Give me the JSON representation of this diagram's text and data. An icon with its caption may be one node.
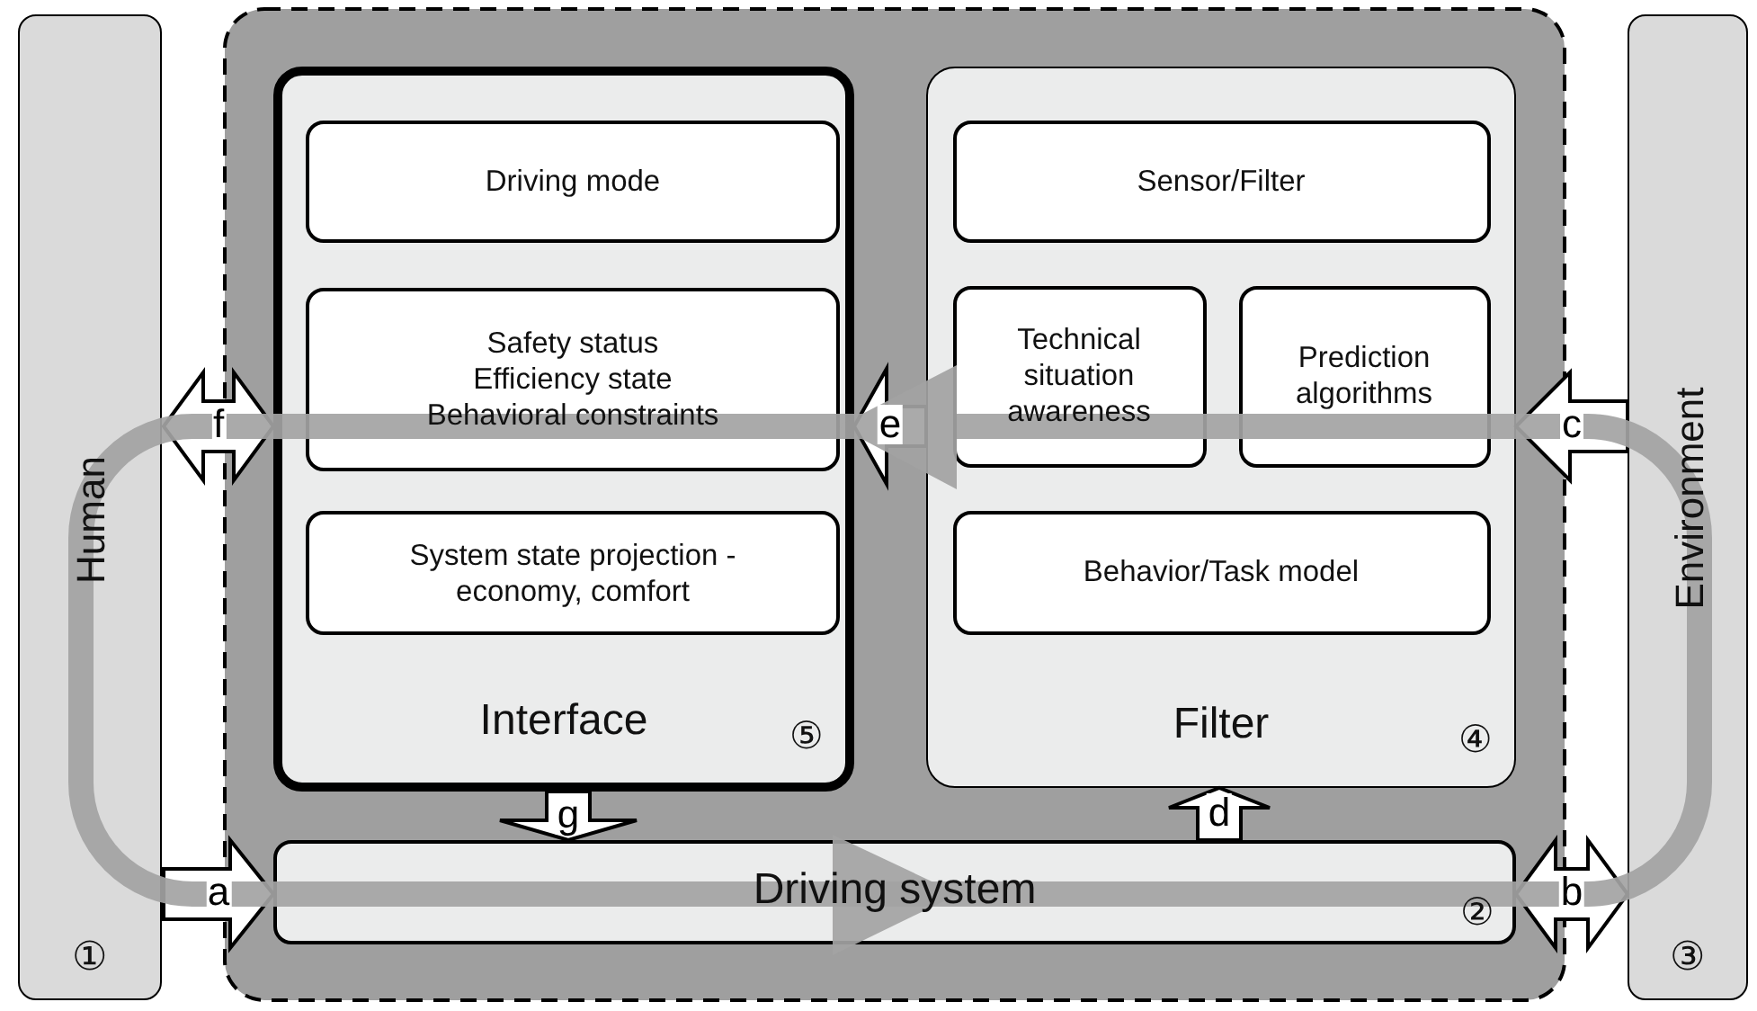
{
  "diagram": {
    "nodes": [
      {
        "text": [
          "Human",
          "①"
        ]
      },
      {
        "text": [
          "Environment",
          "③"
        ]
      },
      {
        "text": [
          "Interface",
          "⑤"
        ]
      },
      {
        "text": [
          "Driving mode"
        ],
        "in": 2
      },
      {
        "text": [
          "Safety status",
          "Efficiency state",
          "Behavioral constraints"
        ],
        "in": 2
      },
      {
        "text": [
          "System state projection - economy, comfort"
        ],
        "in": 2
      },
      {
        "text": [
          "Filter",
          "④"
        ]
      },
      {
        "text": [
          "Sensor/Filter"
        ],
        "in": 6
      },
      {
        "text": [
          "Technical situation awareness"
        ],
        "in": 6
      },
      {
        "text": [
          "Prediction algorithms"
        ],
        "in": 6
      },
      {
        "text": [
          "Behavior/Task model"
        ],
        "in": 6
      },
      {
        "text": [
          "Driving system",
          "②"
        ]
      }
    ],
    "edges": [
      {
        "from": 0,
        "to": 11,
        "arrow": "to",
        "label": "a"
      },
      {
        "from": 11,
        "to": 1,
        "arrow": "both",
        "label": "b"
      },
      {
        "from": 1,
        "to": 6,
        "arrow": "to",
        "label": "c"
      },
      {
        "from": 11,
        "to": 6,
        "arrow": "to",
        "label": "d"
      },
      {
        "from": 6,
        "to": 2,
        "arrow": "to",
        "label": "e"
      },
      {
        "from": 2,
        "to": 0,
        "arrow": "both",
        "label": "f"
      },
      {
        "from": 2,
        "to": 11,
        "arrow": "to",
        "label": "g"
      }
    ]
  }
}
